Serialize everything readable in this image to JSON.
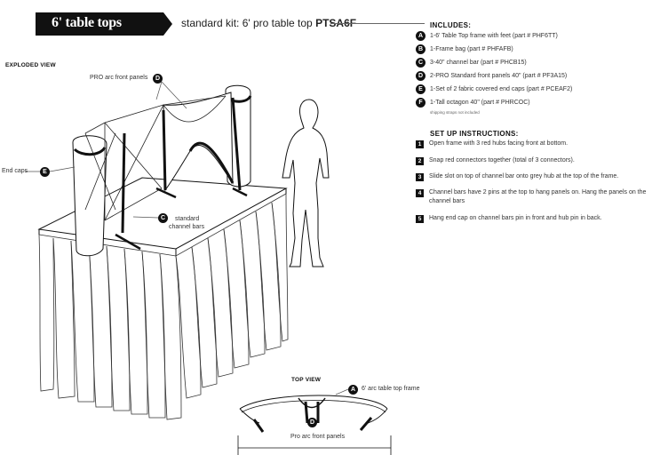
{
  "header": {
    "title": "6' table tops",
    "kit_prefix": "standard kit: 6' pro table top ",
    "kit_part": "PTSA6F"
  },
  "includes": {
    "heading": "INCLUDES:",
    "items": [
      {
        "badge": "A",
        "text": "1-6' Table Top frame with feet (part # PHF6TT)"
      },
      {
        "badge": "B",
        "text": "1-Frame bag (part # PHFAFB)"
      },
      {
        "badge": "C",
        "text": "3-40\" channel bar  (part # PHCB15)"
      },
      {
        "badge": "D",
        "text": "2-PRO Standard front panels 40\" (part # PF3A15)"
      },
      {
        "badge": "E",
        "text": "1-Set of 2 fabric covered end caps (part # PCEAF2)"
      },
      {
        "badge": "F",
        "text": "1-Tall octagon 40\"  (part # PHRCOC)"
      }
    ],
    "note": "shipping straps not included"
  },
  "setup": {
    "heading": "SET UP INSTRUCTIONS:",
    "steps": [
      {
        "num": "1",
        "text": "Open frame with 3 red hubs facing front at bottom."
      },
      {
        "num": "2",
        "text": "Snap red connectors together (total of 3 connectors)."
      },
      {
        "num": "3",
        "text": "Slide slot on top of channel bar onto grey hub at the top of the frame."
      },
      {
        "num": "4",
        "text": "Channel bars have 2 pins at the top to hang panels on. Hang the panels on the channel bars"
      },
      {
        "num": "5",
        "text": "Hang end cap on channel bars pin in front and hub pin in back."
      }
    ]
  },
  "exploded": {
    "heading": "EXPLODED VIEW",
    "panels_label": "PRO arc front panels",
    "panels_badge": "D",
    "endcaps_label": "End caps",
    "endcaps_badge": "E",
    "channel_badge": "C",
    "channel_label_1": "standard",
    "channel_label_2": "channel bars"
  },
  "topview": {
    "heading": "TOP VIEW",
    "frame_label": "6' arc table top frame",
    "frame_badge": "A",
    "panels_label": "Pro arc front panels",
    "panels_badge": "D"
  },
  "colors": {
    "ink": "#111111",
    "text": "#333333",
    "line": "#666666"
  }
}
